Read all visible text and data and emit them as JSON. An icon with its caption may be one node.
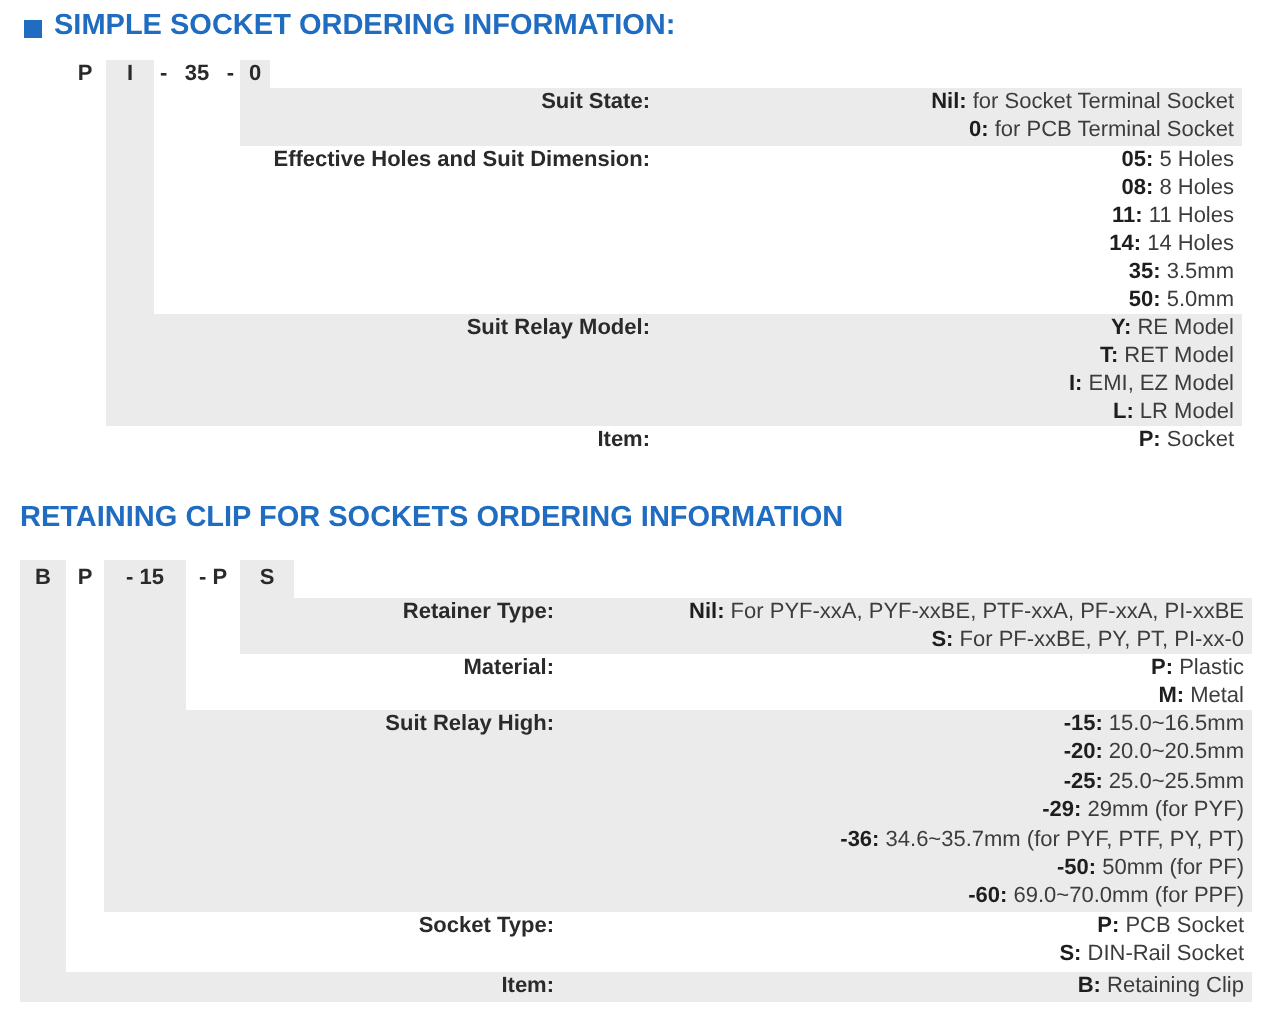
{
  "diagram": {
    "title": "SIMPLE SOCKET ORDERING INFORMATION:",
    "nodes": [
      {
        "text": [
          "P",
          "Item:",
          "**P:** Socket"
        ]
      },
      {
        "text": [
          "I",
          "Suit Relay Model:",
          "**Y:** RE Model",
          "**T:** RET Model",
          "**I:** EMI, EZ Model",
          "**L:** LR Model"
        ],
        "in": 0
      },
      {
        "text": [
          "- 35 -",
          "Effective Holes and Suit Dimension:",
          "**05:** 5 Holes",
          "**08:** 8 Holes",
          "**11:** 11 Holes",
          "**14:** 14 Holes",
          "**35:** 3.5mm",
          "**50:** 5.0mm"
        ],
        "in": 1
      },
      {
        "text": [
          "0",
          "Suit State:",
          "**Nil:** for Socket Terminal Socket",
          "**0:** for PCB Terminal Socket"
        ],
        "in": 2
      },
      {
        "text": [
          "B",
          "Item:",
          "**B:** Retaining Clip"
        ]
      },
      {
        "text": [
          "P",
          "Socket Type:",
          "**P:** PCB Socket",
          "**S:** DIN-Rail Socket"
        ],
        "in": 4
      },
      {
        "text": [
          "- 15",
          "Suit Relay High:",
          "**-15:** 15.0~16.5mm",
          "**-20:** 20.0~20.5mm",
          "**-25:** 25.0~25.5mm",
          "**-29:** 29mm (for PYF)",
          "**-36:** 34.6~35.7mm (for PYF, PTF, PY, PT)",
          "**-50:** 50mm (for PF)",
          "**-60:** 69.0~70.0mm (for PPF)"
        ],
        "in": 5
      },
      {
        "text": [
          "- P",
          "Material:",
          "**P:** Plastic",
          "**M:** Metal"
        ],
        "in": 6
      },
      {
        "text": [
          "S",
          "Retainer Type:",
          "**Nil:** For PYF-xxA, PYF-xxBE, PTF-xxA, PF-xxA, PI-xxBE",
          "**S:** For PF-xxBE, PY, PT, PI-xx-0"
        ],
        "in": 7
      }
    ],
    "labels": [
      "RETAINING CLIP FOR SOCKETS ORDERING INFORMATION"
    ]
  }
}
